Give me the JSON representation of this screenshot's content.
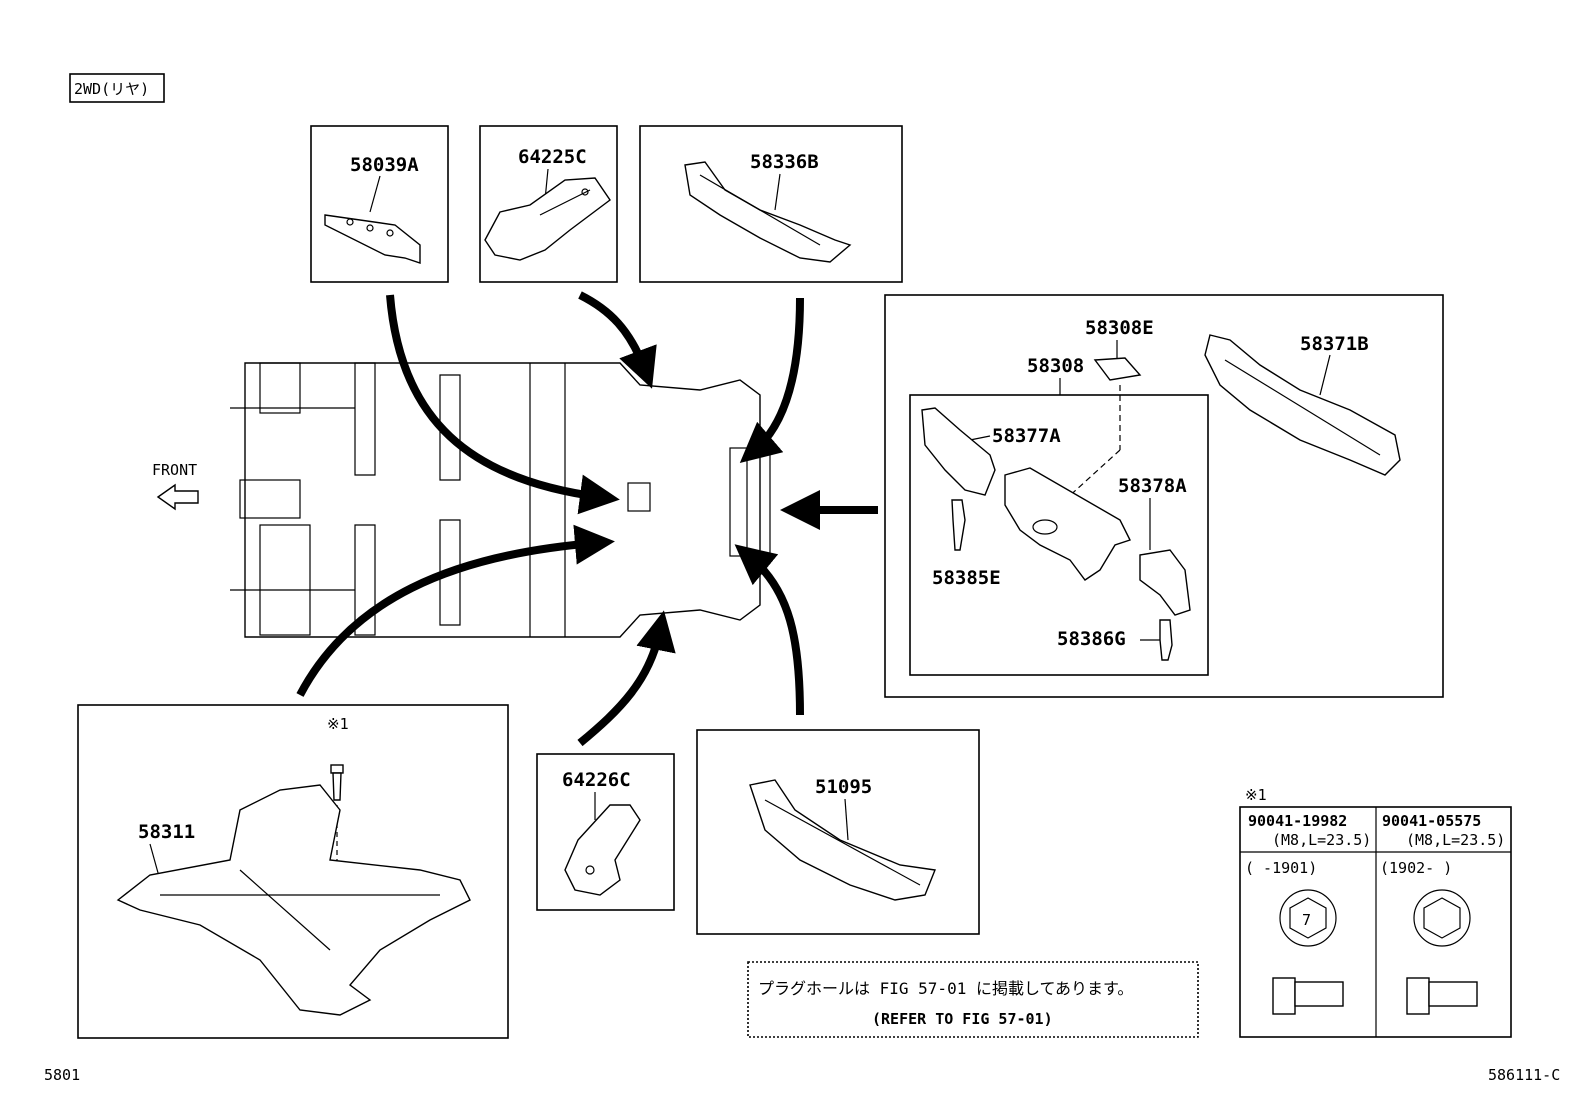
{
  "header": {
    "variant_label": "2WD(リヤ)"
  },
  "front_label": "FRONT",
  "parts": {
    "p58039A": "58039A",
    "p64225C": "64225C",
    "p58336B": "58336B",
    "p58308E": "58308E",
    "p58308": "58308",
    "p58371B": "58371B",
    "p58377A": "58377A",
    "p58378A": "58378A",
    "p58385E": "58385E",
    "p58386G": "58386G",
    "p58311": "58311",
    "p64226C": "64226C",
    "p51095": "51095"
  },
  "bolt_marker": "※1",
  "note": {
    "line1": "プラグホールは FIG 57-01 に掲載してあります。",
    "line2": "(REFER TO FIG 57-01)"
  },
  "bolt_table": {
    "marker": "※1",
    "columns": [
      {
        "part_no": "90041-19982",
        "spec": "(M8,L=23.5)",
        "range": "(     -1901)",
        "head_mark": "7"
      },
      {
        "part_no": "90041-05575",
        "spec": "(M8,L=23.5)",
        "range": "(1902-     )",
        "head_mark": ""
      }
    ]
  },
  "footer": {
    "page_code": "5801",
    "figure_code": "586111-C"
  }
}
